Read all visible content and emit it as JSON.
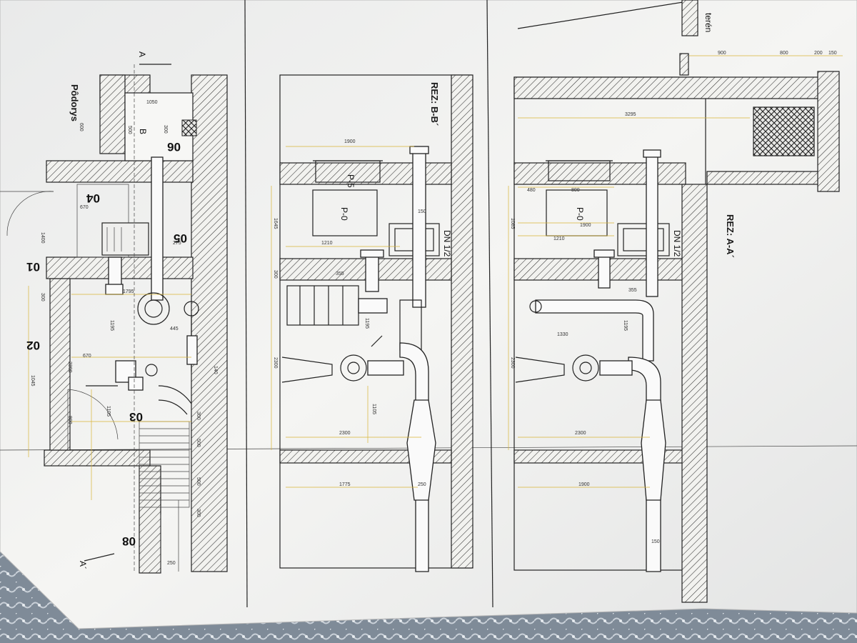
{
  "plan": {
    "title": "Pôdorys",
    "section_mark_top": "A",
    "section_mark_bottom": "A´",
    "section_mark_b": "B",
    "rooms": [
      "06",
      "04",
      "05",
      "01",
      "02",
      "03",
      "08"
    ],
    "dims": [
      "1050",
      "600",
      "500",
      "300",
      "670",
      "275",
      "1795",
      "1195",
      "445",
      "670",
      "2300",
      "1045",
      "800",
      "1105",
      "300",
      "500",
      "500",
      "300",
      "250",
      "1400",
      "300",
      "140"
    ]
  },
  "section_b": {
    "title": "REZ: B-B´",
    "labels": [
      "P-5",
      "P-0",
      "DN 1/2"
    ],
    "dims": [
      "1900",
      "150",
      "1645",
      "1210",
      "300",
      "355",
      "1195",
      "2300",
      "1105",
      "2300",
      "1775",
      "250"
    ]
  },
  "section_a": {
    "title": "REZ: A-A´",
    "labels": [
      "P-0",
      "DN 1/2"
    ],
    "dims": [
      "900",
      "800",
      "200",
      "150",
      "3295",
      "480",
      "800",
      "1085",
      "1900",
      "1210",
      "355",
      "1195",
      "1330",
      "2300",
      "2300",
      "1900",
      "150"
    ],
    "terrain_note": "terén"
  }
}
